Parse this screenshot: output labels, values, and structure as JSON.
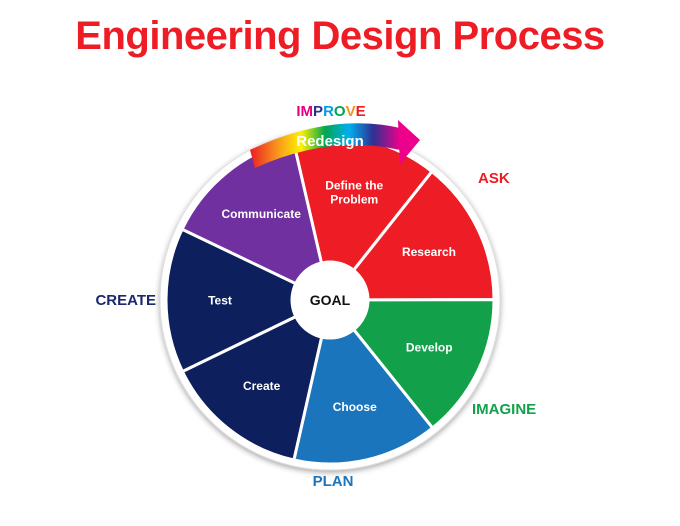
{
  "title": "Engineering Design Process",
  "center_label": "GOAL",
  "arrow_label": "Redesign",
  "improve_label": "IMPROVE",
  "improve_letter_colors": [
    "#e6007e",
    "#e6007e",
    "#2e3192",
    "#009fe3",
    "#00a650",
    "#f7941d",
    "#ee1c24"
  ],
  "phases": {
    "ask": {
      "label": "ASK",
      "color": "#ee1c24"
    },
    "imagine": {
      "label": "IMAGINE",
      "color": "#12a14a"
    },
    "plan": {
      "label": "PLAN",
      "color": "#1b75bc"
    },
    "create": {
      "label": "CREATE",
      "color": "#1c2a6b"
    }
  },
  "segments": [
    {
      "id": "define-the-problem",
      "lines": [
        "Define the",
        "Problem"
      ],
      "color": "#ee1c24"
    },
    {
      "id": "research",
      "lines": [
        "Research"
      ],
      "color": "#ee1c24"
    },
    {
      "id": "develop",
      "lines": [
        "Develop"
      ],
      "color": "#12a14a"
    },
    {
      "id": "choose",
      "lines": [
        "Choose"
      ],
      "color": "#1b75bc"
    },
    {
      "id": "create",
      "lines": [
        "Create"
      ],
      "color": "#0d1f5c"
    },
    {
      "id": "test",
      "lines": [
        "Test"
      ],
      "color": "#0d1f5c"
    },
    {
      "id": "communicate",
      "lines": [
        "Communicate"
      ],
      "color": "#7030a0"
    }
  ]
}
